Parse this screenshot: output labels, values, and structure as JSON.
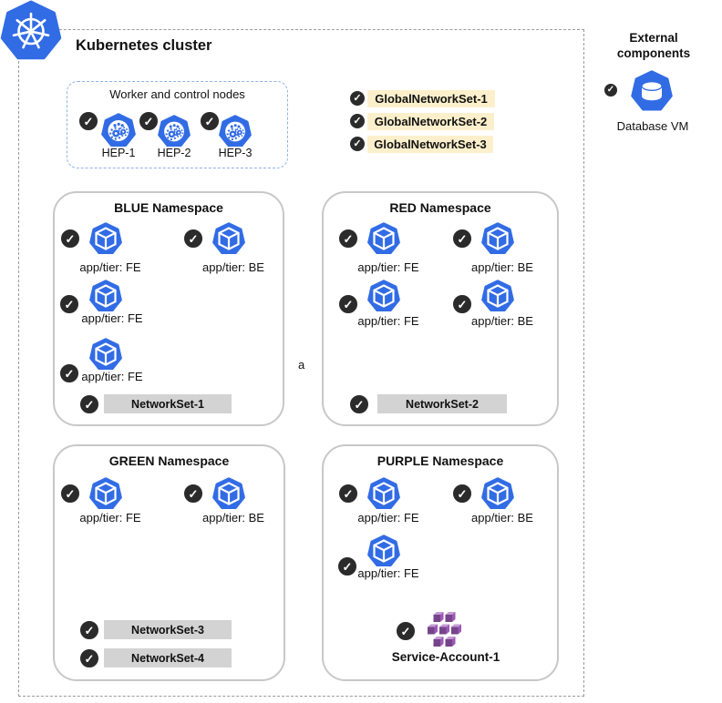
{
  "icons": {
    "check": "✓"
  },
  "page": {
    "stray_label": "a"
  },
  "cluster": {
    "title": "Kubernetes cluster"
  },
  "worker_box": {
    "title": "Worker and control nodes",
    "nodes": [
      {
        "label": "HEP-1"
      },
      {
        "label": "HEP-2"
      },
      {
        "label": "HEP-3"
      }
    ]
  },
  "global_network_sets": [
    {
      "label": "GlobalNetworkSet-1"
    },
    {
      "label": "GlobalNetworkSet-2"
    },
    {
      "label": "GlobalNetworkSet-3"
    }
  ],
  "external": {
    "title_line1": "External",
    "title_line2": "components",
    "items": [
      {
        "label": "Database VM"
      }
    ]
  },
  "namespaces": [
    {
      "title": "BLUE Namespace",
      "pods": [
        {
          "label": "app/tier: FE"
        },
        {
          "label": "app/tier: BE"
        },
        {
          "label": "app/tier: FE"
        },
        {
          "label": "app/tier: FE"
        }
      ],
      "network_sets": [
        {
          "label": "NetworkSet-1"
        }
      ]
    },
    {
      "title": "RED Namespace",
      "pods": [
        {
          "label": "app/tier: FE"
        },
        {
          "label": "app/tier: BE"
        },
        {
          "label": "app/tier: FE"
        },
        {
          "label": "app/tier: BE"
        }
      ],
      "network_sets": [
        {
          "label": "NetworkSet-2"
        }
      ]
    },
    {
      "title": "GREEN Namespace",
      "pods": [
        {
          "label": "app/tier: FE"
        },
        {
          "label": "app/tier: BE"
        }
      ],
      "network_sets": [
        {
          "label": "NetworkSet-3"
        },
        {
          "label": "NetworkSet-4"
        }
      ]
    },
    {
      "title": "PURPLE Namespace",
      "pods": [
        {
          "label": "app/tier: FE"
        },
        {
          "label": "app/tier: BE"
        },
        {
          "label": "app/tier: FE"
        }
      ],
      "service_account": {
        "label": "Service-Account-1"
      }
    }
  ],
  "colors": {
    "kubernetes_blue": "#326CE5",
    "badge_dark": "#2b2b2b",
    "global_set_bg": "#fcf0cc",
    "network_set_bg": "#d3d3d3",
    "service_purple": "#9b59b6"
  }
}
